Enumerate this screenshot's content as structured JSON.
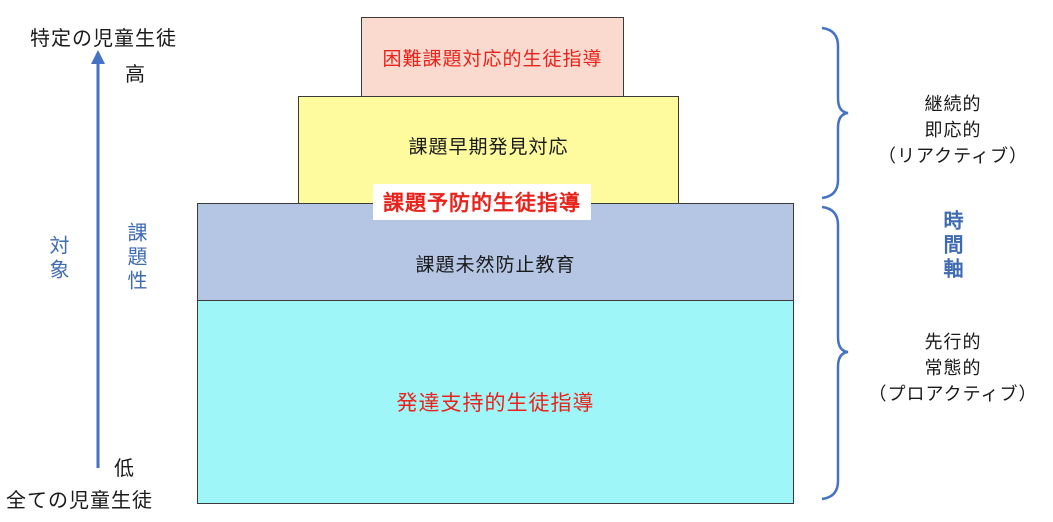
{
  "axis": {
    "top_label": "特定の児童生徒",
    "bottom_label": "全ての児童生徒",
    "high_label": "高",
    "low_label": "低",
    "target_label": "対象",
    "issue_label": "課題性"
  },
  "tiers": {
    "tier1": "困難課題対応的生徒指導",
    "tier2": "課題早期発見対応",
    "tier2_overlay": "課題予防的生徒指導",
    "tier3": "課題未然防止教育",
    "tier4": "発達支持的生徒指導"
  },
  "right": {
    "reactive_line1": "継続的",
    "reactive_line2": "即応的",
    "reactive_line3": "（リアクティブ）",
    "timeline": "時間軸",
    "proactive_line1": "先行的",
    "proactive_line2": "常態的",
    "proactive_line3": "（プロアクティブ）"
  },
  "colors": {
    "tier1": "#fad9cf",
    "tier2": "#fdfb9e",
    "tier3": "#b4c6e4",
    "tier4": "#9ff6f8",
    "axis": "#4472c4",
    "red_text": "#e8231b",
    "blue_text": "#3f6bb0"
  }
}
